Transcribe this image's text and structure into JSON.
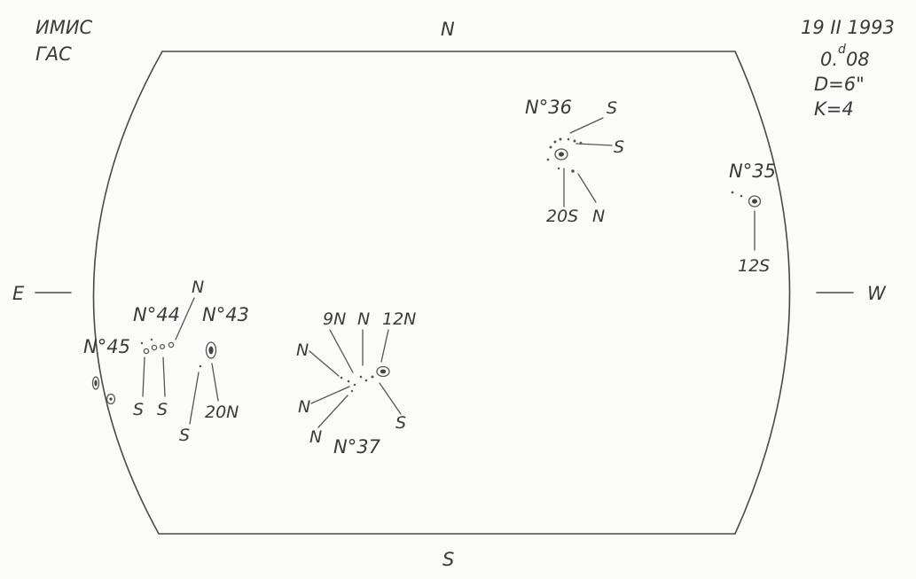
{
  "header": {
    "institute_line1": "ИМИС",
    "institute_line2": "ГАС",
    "date": "19 II 1993",
    "time_main": "0.",
    "time_sup": "d",
    "time_tail": "08",
    "diameter": "D=6\"",
    "coefficient": "K=4"
  },
  "compass": {
    "north": "N",
    "south": "S",
    "east": "E",
    "west": "W"
  },
  "groups": {
    "g36": {
      "label": "N°36",
      "pol1": "S",
      "pol2": "S",
      "pol3": "20S",
      "pol4": "N"
    },
    "g35": {
      "label": "N°35",
      "pol1": "12S"
    },
    "g44": {
      "label": "N°44",
      "pol1": "S",
      "pol2": "S",
      "pol3": "N"
    },
    "g43": {
      "label": "N°43",
      "pol1": "S",
      "pol2": "20N"
    },
    "g45": {
      "label": "N°45"
    },
    "g37": {
      "label": "N°37",
      "pol1": "9N",
      "pol2": "N",
      "pol3": "12N",
      "pol4": "N",
      "pol5": "N",
      "pol6": "N",
      "pol7": "S"
    }
  }
}
